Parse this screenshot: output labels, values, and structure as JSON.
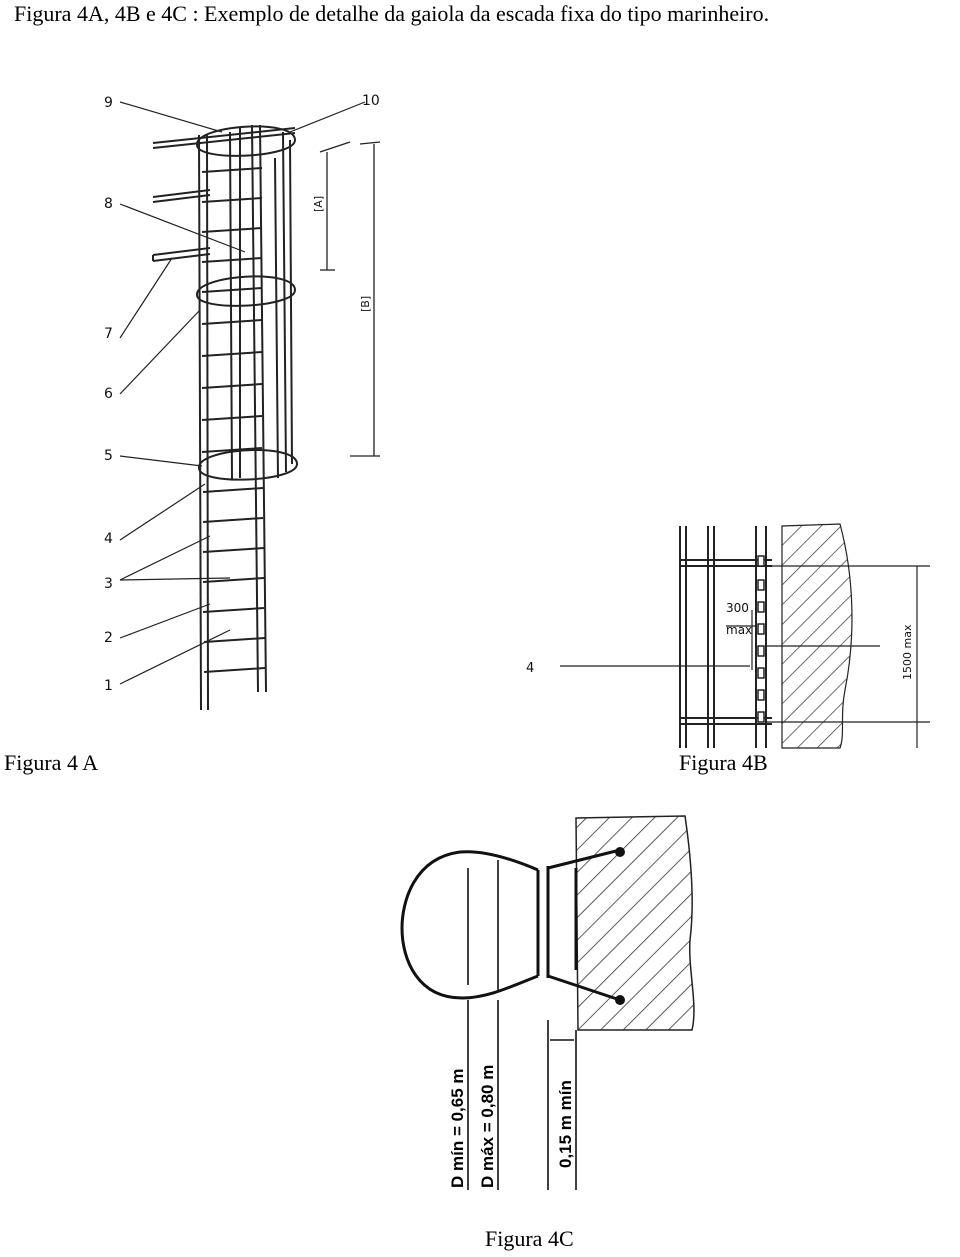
{
  "page_title": "Figura 4A, 4B e 4C : Exemplo de detalhe da gaiola da escada fixa do tipo marinheiro.",
  "figure_a": {
    "caption": "Figura 4 A",
    "callouts": [
      "9",
      "10",
      "8",
      "7",
      "6",
      "5",
      "4",
      "3",
      "2",
      "1"
    ],
    "dimension_a": "[A]",
    "dimension_b": "[B]"
  },
  "figure_b": {
    "caption": "Figura 4B",
    "callout": "4",
    "spacing_value": "300",
    "spacing_unit": "max",
    "height_label": "1500 max"
  },
  "figure_c": {
    "caption": "Figura 4C",
    "dim_min": "D mín = 0,65 m",
    "dim_max": "D máx = 0,80 m",
    "clearance": "0,15 m mín"
  }
}
